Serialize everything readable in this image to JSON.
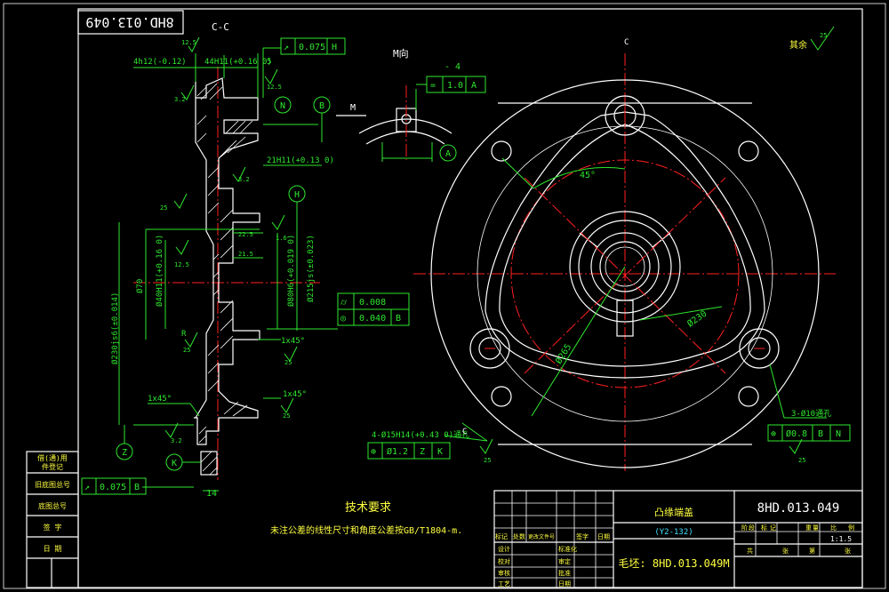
{
  "drawing_number_box": "8HD.013.049",
  "section_label": "C-C",
  "view_m_label": "M向",
  "ref_a_label": "- 4",
  "roughness_other": "其余",
  "dims": {
    "d_4h12": "4h12(-0.12)",
    "d_44h11": "44H11(+0.16 0)",
    "d_5": "5",
    "d_21h11": "21H11(+0.13 0)",
    "d_225": "22.5",
    "d_215": "21.5",
    "d_230": "Ø230js6(±0.014)",
    "d_70": "Ø70",
    "d_40h11": "Ø40H11(+0.16 0)",
    "d_80h6": "Ø80H6(+0.019 0)",
    "d_215js": "Ø215js(±0.023)",
    "d_14": "14",
    "d_1x45_a": "1x45°",
    "d_1x45_b": "1x45°",
    "d_1x45_c": "1x45°",
    "d_45deg": "45°",
    "d_265": "Ø265",
    "d_230b": "Ø230",
    "d_holes4": "4-Ø15H14(+0.43 0)通孔",
    "d_holes3": "3-Ø10通孔"
  },
  "tolerance_frames": {
    "top": [
      "↗",
      "0.075",
      "H"
    ],
    "center_1": [
      "⌭",
      "0.008"
    ],
    "center_2": [
      "◎",
      "0.040",
      "B"
    ],
    "mview": [
      "=",
      "1.0",
      "A"
    ],
    "holes4": [
      "⊕",
      "Ø1.2",
      "Z",
      "K"
    ],
    "holes3": [
      "⊕",
      "Ø0.8",
      "B",
      "N"
    ],
    "bottom": [
      "↗",
      "0.075",
      "B"
    ]
  },
  "datums": [
    "N",
    "B",
    "H",
    "A",
    "Z",
    "K"
  ],
  "roughness_values": [
    "12.5",
    "3.2",
    "12.5",
    "3.2",
    "25",
    "12.5",
    "25",
    "25",
    "3.2",
    "1.6",
    "25",
    "25",
    "25",
    "25"
  ],
  "tech_req_title": "技术要求",
  "tech_req_text": "未注公差的线性尺寸和角度公差按GB/T1804-m.",
  "side_table": [
    "借(通)用",
    "件登记",
    "旧底图总号",
    "底图总号",
    "签  字",
    "日  期"
  ],
  "title_block": {
    "part_name": "凸缘端盖",
    "model": "(Y2-132)",
    "code": "8HD.013.049",
    "material_code": "毛坯: 8HD.013.049M",
    "scale": "1:1.5",
    "headers": [
      "阶",
      "段",
      "标",
      "记",
      "重",
      "量",
      "比",
      "例"
    ],
    "rows": [
      "标记",
      "处数",
      "更改文件号",
      "签字",
      "日期"
    ],
    "roles": [
      "设计",
      "校对",
      "审核",
      "工艺",
      "标准化",
      "审定",
      "批准",
      "日期"
    ],
    "sheet": [
      "共",
      "张",
      "第",
      "张"
    ]
  }
}
